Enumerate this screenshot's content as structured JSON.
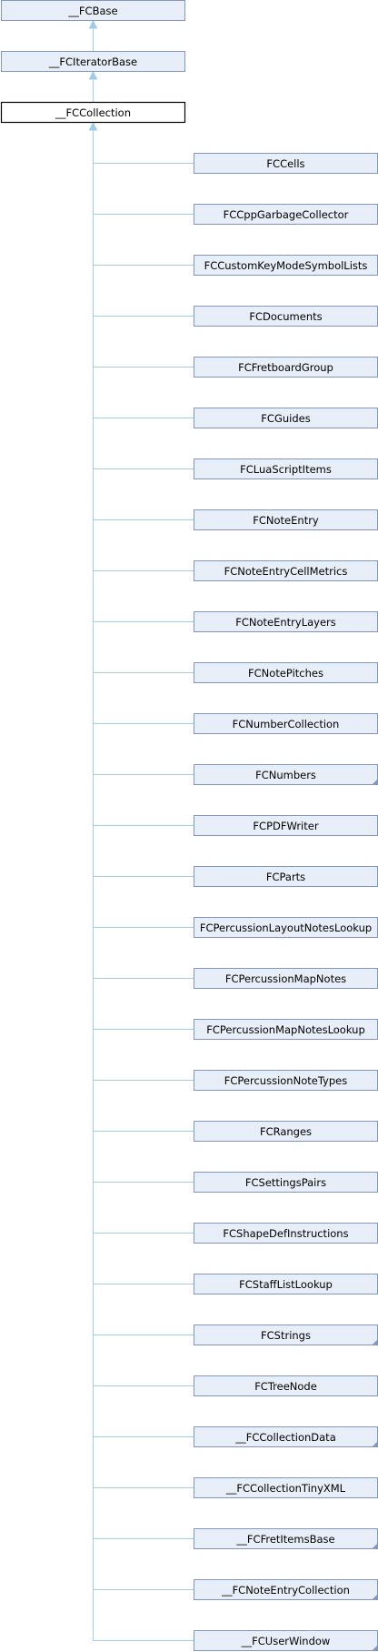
{
  "colors": {
    "node_fill": "#e8eef7",
    "node_border": "#8096bf",
    "current_border": "#000000",
    "edge": "#9fcce6"
  },
  "ancestors": [
    {
      "label": "__FCBase"
    },
    {
      "label": "__FCIteratorBase"
    }
  ],
  "current": {
    "label": "__FCCollection"
  },
  "children": [
    {
      "label": "FCCells",
      "truncated": false
    },
    {
      "label": "FCCppGarbageCollector",
      "truncated": false
    },
    {
      "label": "FCCustomKeyModeSymbolLists",
      "truncated": false
    },
    {
      "label": "FCDocuments",
      "truncated": false
    },
    {
      "label": "FCFretboardGroup",
      "truncated": false
    },
    {
      "label": "FCGuides",
      "truncated": false
    },
    {
      "label": "FCLuaScriptItems",
      "truncated": false
    },
    {
      "label": "FCNoteEntry",
      "truncated": false
    },
    {
      "label": "FCNoteEntryCellMetrics",
      "truncated": false
    },
    {
      "label": "FCNoteEntryLayers",
      "truncated": false
    },
    {
      "label": "FCNotePitches",
      "truncated": false
    },
    {
      "label": "FCNumberCollection",
      "truncated": false
    },
    {
      "label": "FCNumbers",
      "truncated": true
    },
    {
      "label": "FCPDFWriter",
      "truncated": false
    },
    {
      "label": "FCParts",
      "truncated": false
    },
    {
      "label": "FCPercussionLayoutNotesLookup",
      "truncated": false
    },
    {
      "label": "FCPercussionMapNotes",
      "truncated": false
    },
    {
      "label": "FCPercussionMapNotesLookup",
      "truncated": false
    },
    {
      "label": "FCPercussionNoteTypes",
      "truncated": false
    },
    {
      "label": "FCRanges",
      "truncated": false
    },
    {
      "label": "FCSettingsPairs",
      "truncated": false
    },
    {
      "label": "FCShapeDefInstructions",
      "truncated": false
    },
    {
      "label": "FCStaffListLookup",
      "truncated": false
    },
    {
      "label": "FCStrings",
      "truncated": true
    },
    {
      "label": "FCTreeNode",
      "truncated": false
    },
    {
      "label": "__FCCollectionData",
      "truncated": true
    },
    {
      "label": "__FCCollectionTinyXML",
      "truncated": false
    },
    {
      "label": "__FCFretItemsBase",
      "truncated": true
    },
    {
      "label": "__FCNoteEntryCollection",
      "truncated": true
    },
    {
      "label": "__FCUserWindow",
      "truncated": true
    }
  ]
}
